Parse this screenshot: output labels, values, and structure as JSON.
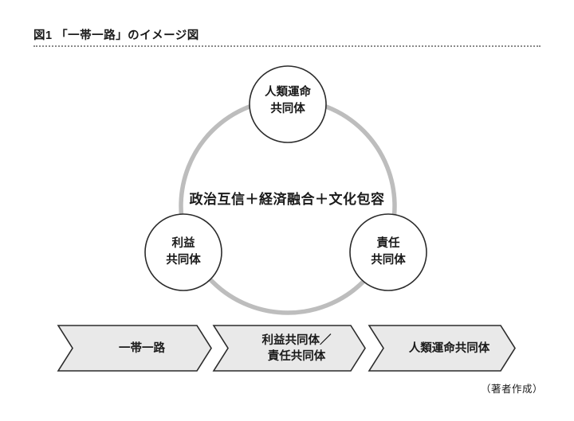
{
  "figure": {
    "title": "図1 「一帯一路」のイメージ図",
    "caption": "（著者作成）"
  },
  "diagram": {
    "center_label": "政治互信＋経済融合＋文化包容",
    "nodes": {
      "top": {
        "lines": [
          "人類運命",
          "共同体"
        ]
      },
      "left": {
        "lines": [
          "利益",
          "共同体"
        ]
      },
      "right": {
        "lines": [
          "責任",
          "共同体"
        ]
      }
    },
    "flow_steps": {
      "step1": {
        "lines": [
          "一帯一路"
        ]
      },
      "step2": {
        "lines": [
          "利益共同体／",
          "責任共同体"
        ]
      },
      "step3": {
        "lines": [
          "人類運命共同体"
        ]
      }
    }
  },
  "colors": {
    "ring": "#bdbdbd",
    "node-border": "#2b2b2b",
    "node-fill": "#ffffff",
    "arrow-fill": "#e9e9e9",
    "arrow-border": "#2b2b2b",
    "text": "#1a1a1a",
    "divider": "#8a8a8a"
  }
}
